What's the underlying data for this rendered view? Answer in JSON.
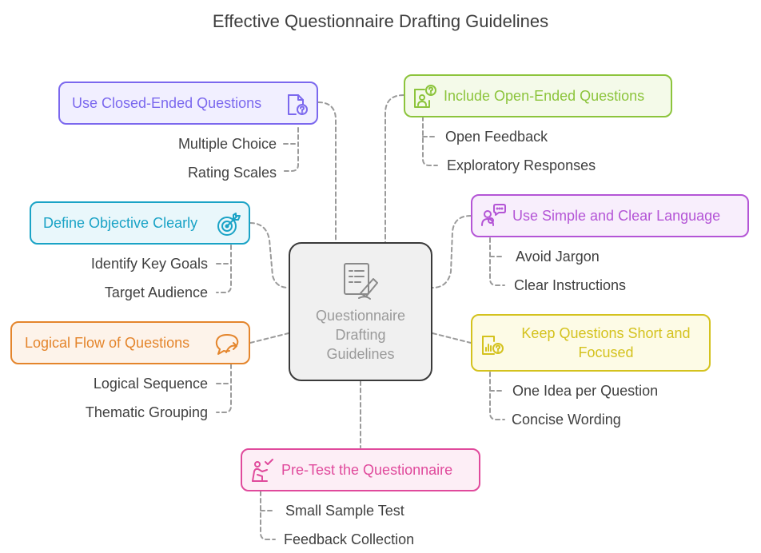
{
  "title": "Effective Questionnaire Drafting Guidelines",
  "center": {
    "lines": [
      "Questionnaire",
      "Drafting",
      "Guidelines"
    ],
    "icon": "document-pen-icon"
  },
  "branches": {
    "closed": {
      "label": "Use Closed-Ended Questions",
      "icon": "document-question-icon",
      "color": "#7b68ee",
      "fill": "#f1efff",
      "items": [
        "Multiple Choice",
        "Rating Scales"
      ]
    },
    "objective": {
      "label": "Define Objective Clearly",
      "icon": "target-arrow-icon",
      "color": "#1aa3c6",
      "fill": "#e9f7fb",
      "items": [
        "Identify Key Goals",
        "Target Audience"
      ]
    },
    "flow": {
      "label": "Logical Flow of Questions",
      "icon": "speech-bubble-arrow-icon",
      "color": "#e4852c",
      "fill": "#fdf3ea",
      "items": [
        "Logical Sequence",
        "Thematic Grouping"
      ]
    },
    "open": {
      "label": "Include Open-Ended Questions",
      "icon": "person-question-icon",
      "color": "#8cc43c",
      "fill": "#f4fae9",
      "items": [
        "Open Feedback",
        "Exploratory Responses"
      ]
    },
    "simple": {
      "label": "Use Simple and Clear Language",
      "icon": "people-speech-icon",
      "color": "#b455d6",
      "fill": "#f8eefc",
      "items": [
        "Avoid Jargon",
        "Clear Instructions"
      ]
    },
    "short": {
      "label_lines": [
        "Keep Questions Short and",
        "Focused"
      ],
      "icon": "chart-question-icon",
      "color": "#d4c21e",
      "fill": "#fdfbe6",
      "items": [
        "One Idea per Question",
        "Concise Wording"
      ]
    },
    "pretest": {
      "label": "Pre-Test the Questionnaire",
      "icon": "person-checkmark-icon",
      "color": "#e04a9c",
      "fill": "#fdeef6",
      "items": [
        "Small Sample Test",
        "Feedback Collection"
      ]
    }
  }
}
